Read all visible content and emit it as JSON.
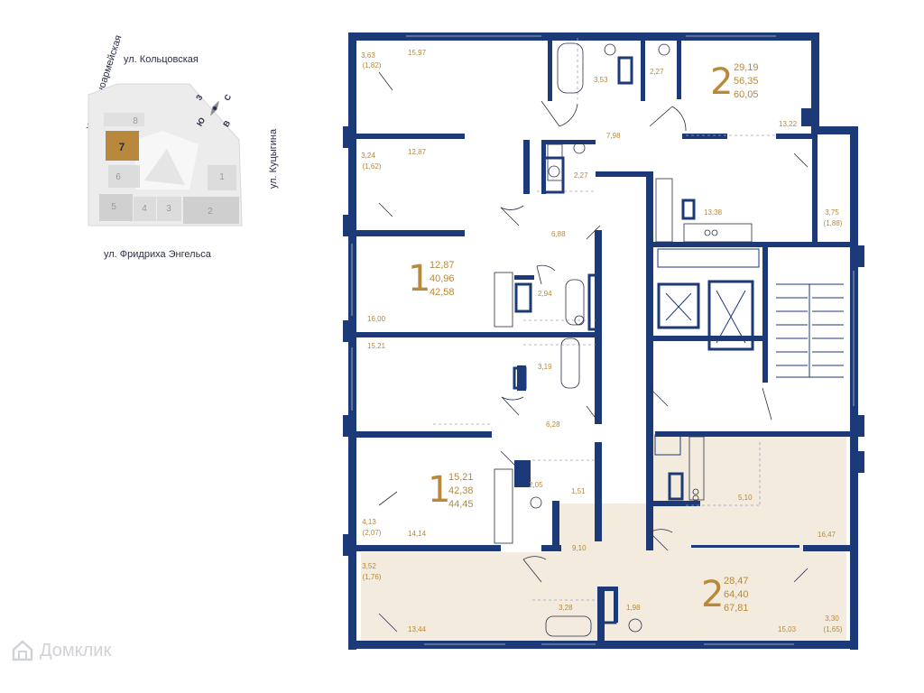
{
  "site_plan": {
    "streets": {
      "north": "ул. Кольцовская",
      "west": "ул. Красноармейская",
      "east": "ул. Куцыгина",
      "south": "ул. Фридриха Энгельса"
    },
    "compass": {
      "n": "С",
      "s": "Ю",
      "e": "В",
      "w": "З"
    },
    "blocks": [
      "8",
      "7",
      "6",
      "5",
      "4",
      "3",
      "2",
      "1"
    ],
    "highlighted_block": "7"
  },
  "apartments": [
    {
      "id": "apt-top-right",
      "rooms": "2",
      "areas": [
        "29,19",
        "56,35",
        "60,05"
      ]
    },
    {
      "id": "apt-mid-left-1",
      "rooms": "1",
      "areas": [
        "12,87",
        "40,96",
        "42,58"
      ]
    },
    {
      "id": "apt-low-left",
      "rooms": "1",
      "areas": [
        "15,21",
        "42,38",
        "44,45"
      ]
    },
    {
      "id": "apt-bottom",
      "rooms": "2",
      "areas": [
        "28,47",
        "64,40",
        "67,81"
      ]
    }
  ],
  "room_labels": {
    "r1": "3,63",
    "r1b": "(1,82)",
    "r2": "15,97",
    "r3": "3,53",
    "r4": "2,27",
    "r5": "7,98",
    "r6": "13,22",
    "r7": "3,24",
    "r7b": "(1,62)",
    "r8": "12,87",
    "r9": "2,27",
    "r10": "13,38",
    "r11": "3,75",
    "r11b": "(1,88)",
    "r12": "6,88",
    "r13": "2,94",
    "r14": "16,00",
    "r15": "15,21",
    "r16": "3,19",
    "r17": "6,28",
    "r18": "2,05",
    "r19": "1,51",
    "r20": "5,10",
    "r21": "4,13",
    "r21b": "(2,07)",
    "r22": "14,14",
    "r23": "9,10",
    "r24": "16,47",
    "r25": "3,52",
    "r25b": "(1,76)",
    "r26": "3,28",
    "r27": "1,98",
    "r28": "13,44",
    "r29": "15,03",
    "r30": "3,30",
    "r30b": "(1,65)"
  },
  "watermark": "Домклик",
  "colors": {
    "wall": "#1d3a78",
    "accent": "#b8893c",
    "highlight_fill": "#f3ebde",
    "block_highlight": "#b8893c"
  }
}
